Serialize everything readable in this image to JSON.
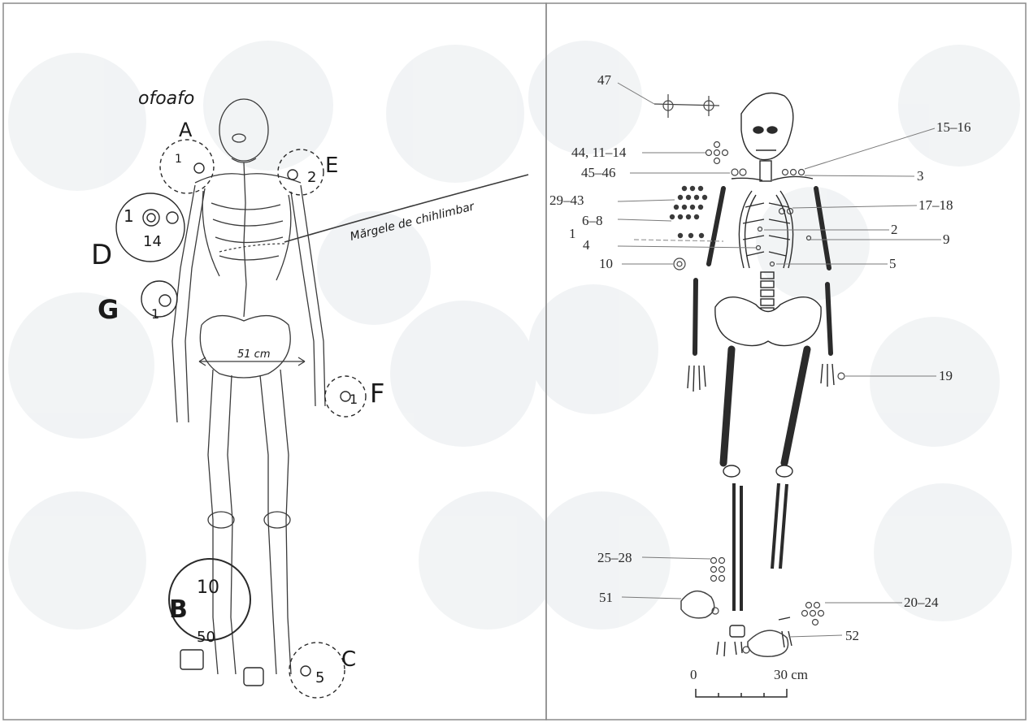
{
  "left_panel": {
    "handwritten_labels": {
      "group_A": "A",
      "group_B": "B",
      "group_C": "C",
      "group_D": "D",
      "group_E": "E",
      "group_F": "F",
      "group_G": "G",
      "head_note": "ofoafo",
      "pelvis_width": "51 cm",
      "chest_note": "Mărgele de chihlimbar",
      "num_A": "1",
      "num_D_top": "1",
      "num_D_bottom": "14",
      "num_E": "2",
      "num_F": "1",
      "num_G": "1",
      "num_B_top": "10",
      "num_B_bottom": "50",
      "num_C": "5"
    }
  },
  "right_panel": {
    "find_labels": {
      "l47": "47",
      "l15_16": "15–16",
      "l44_11_14": "44, 11–14",
      "l45_46": "45–46",
      "l3": "3",
      "l29_43": "29–43",
      "l17_18": "17–18",
      "l6_8": "6–8",
      "l2": "2",
      "l1": "1",
      "l4": "4",
      "l9": "9",
      "l10": "10",
      "l5": "5",
      "l19": "19",
      "l25_28": "25–28",
      "l51": "51",
      "l20_24": "20–24",
      "l52": "52"
    },
    "scale_bar": {
      "start": "0",
      "end": "30 cm"
    }
  }
}
